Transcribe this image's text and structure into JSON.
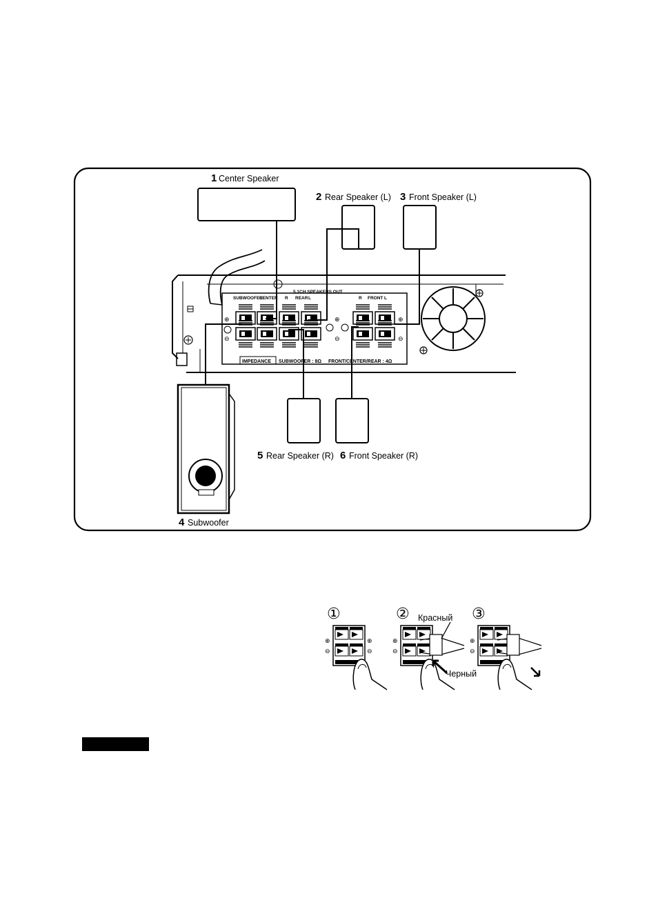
{
  "diagram": {
    "speakers": [
      {
        "num": "1",
        "label": "Center Speaker"
      },
      {
        "num": "2",
        "label": "Rear Speaker (L)"
      },
      {
        "num": "3",
        "label": "Front Speaker (L)"
      },
      {
        "num": "4",
        "label": "Subwoofer"
      },
      {
        "num": "5",
        "label": "Rear Speaker (R)"
      },
      {
        "num": "6",
        "label": "Front Speaker (R)"
      }
    ],
    "panel": {
      "title": "5.1CH SPEAKERS OUT",
      "left_group_labels": [
        "SUBWOOFER",
        "CENTER",
        "R",
        "REAR",
        "L"
      ],
      "right_group_labels": [
        "R",
        "FRONT",
        "L"
      ],
      "impedance": "IMPEDANCE",
      "subwoofer_imp": "SUBWOOFER : 8Ω",
      "other_imp": "FRONT/CENTER/REAR : 4Ω"
    }
  },
  "steps": {
    "numbers": [
      "①",
      "②",
      "③"
    ],
    "red_label": "Красный",
    "black_label": "Черный"
  }
}
